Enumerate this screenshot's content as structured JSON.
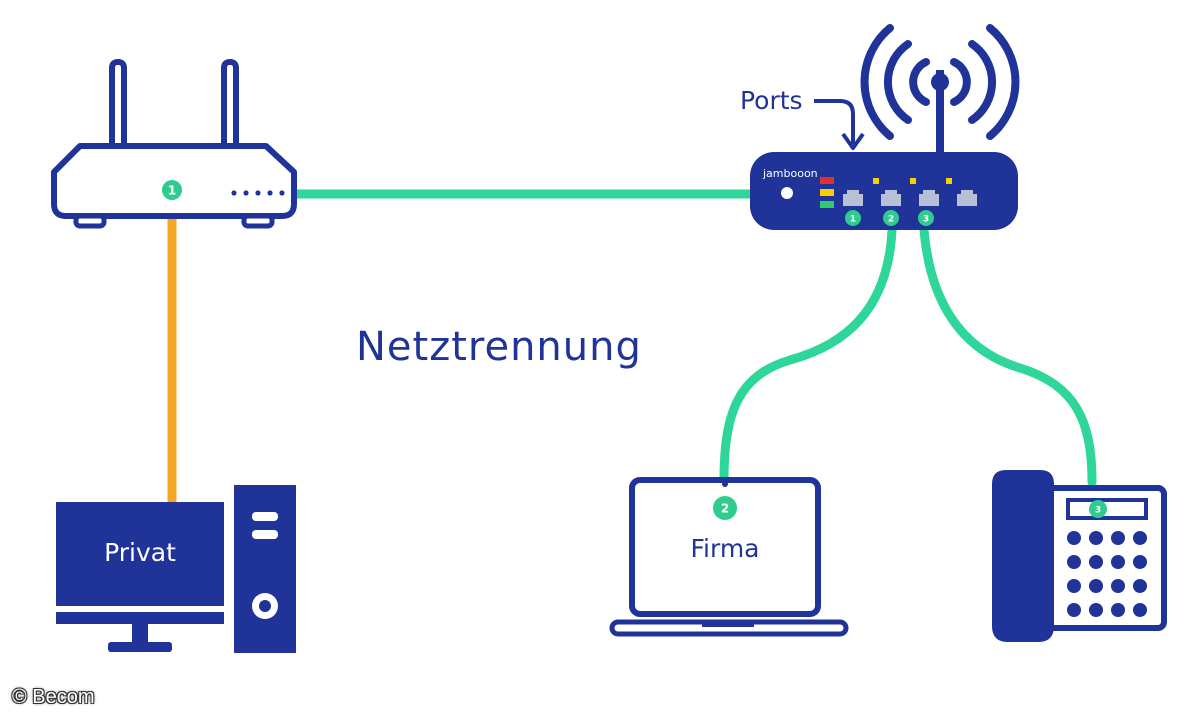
{
  "diagram": {
    "title": "Netztrennung",
    "ports_label": "Ports",
    "brand_label": "jambooon",
    "devices": {
      "router": {
        "port_number": "1"
      },
      "switch": {
        "port_numbers": [
          "1",
          "2",
          "3"
        ]
      },
      "desktop": {
        "label": "Privat"
      },
      "laptop": {
        "label": "Firma",
        "port_number": "2"
      },
      "phone": {
        "port_number": "3"
      }
    },
    "colors": {
      "navy": "#1f3399",
      "green_cable": "#2ed69a",
      "orange_cable": "#f5a623",
      "badge_green": "#2ecc8f"
    }
  },
  "credit": "© Becom"
}
